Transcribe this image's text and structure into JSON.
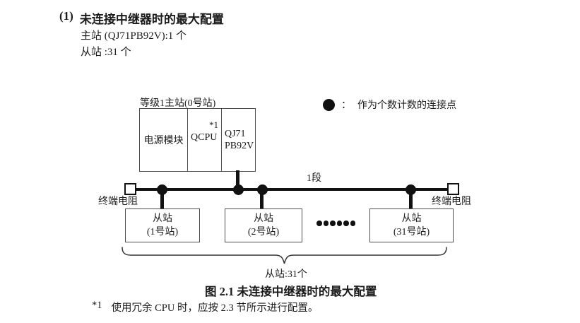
{
  "colors": {
    "ink": "#1a1a1a",
    "box_border": "#4d4d4d",
    "background": "#ffffff"
  },
  "page": {
    "heading_marker": "(1)",
    "heading_title": "未连接中继器时的最大配置",
    "spec_lines": [
      "主站 (QJ71PB92V):1 个",
      "从站 :31 个"
    ]
  },
  "legend": {
    "separator": "：",
    "label": "作为个数计数的连接点"
  },
  "diagram": {
    "master_label": "等级1主站(0号站)",
    "power_module": "电源模块",
    "cpu": "QCPU",
    "cpu_note": "*1",
    "pb_line1": "QJ71",
    "pb_line2": "PB92V",
    "segment_label": "1段",
    "terminator_left": "终端电阻",
    "terminator_right": "终端电阻",
    "slaves": [
      {
        "line1": "从站",
        "line2": "(1号站)"
      },
      {
        "line1": "从站",
        "line2": "(2号站)"
      },
      {
        "line1": "从站",
        "line2": "(31号站)"
      }
    ],
    "brace_label": "从站:31个"
  },
  "caption": "图 2.1 未连接中继器时的最大配置",
  "footnote": {
    "marker": "*1",
    "text": "使用冗余 CPU 时，应按 2.3 节所示进行配置。"
  }
}
